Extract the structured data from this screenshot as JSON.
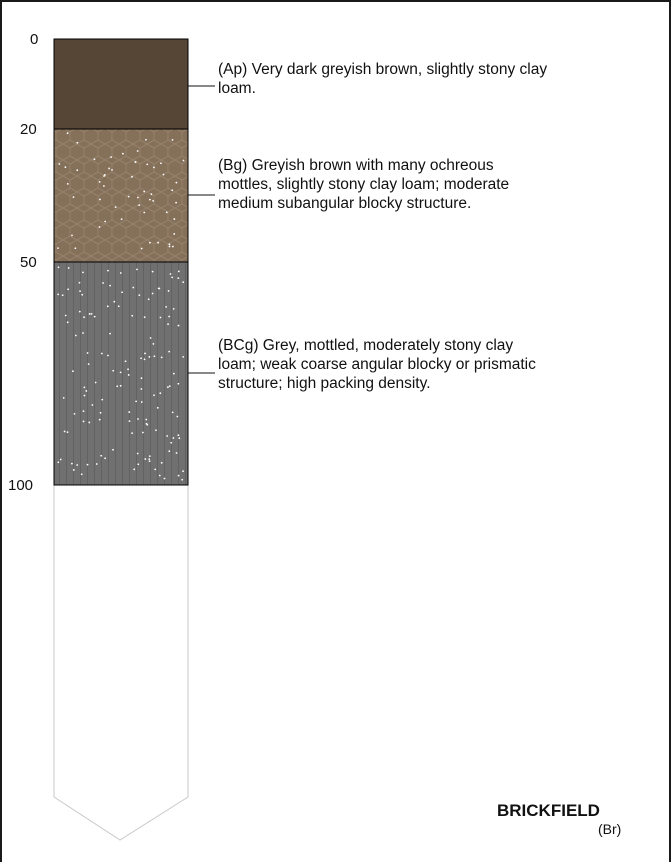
{
  "depth_scale": {
    "unit": "cm",
    "ticks": [
      0,
      20,
      50,
      100
    ],
    "max": 100
  },
  "horizons": [
    {
      "code": "Ap",
      "top": 0,
      "bottom": 20,
      "color": "#564636",
      "lines": [
        "(Ap) Very dark greyish brown, slightly stony clay",
        "loam."
      ]
    },
    {
      "code": "Bg",
      "top": 20,
      "bottom": 50,
      "color": "#85705a",
      "lines": [
        "(Bg) Greyish brown with many ochreous",
        "mottles, slightly stony clay loam; moderate",
        "medium subangular blocky structure."
      ]
    },
    {
      "code": "BCg",
      "top": 50,
      "bottom": 100,
      "color": "#707070",
      "lines": [
        "(BCg) Grey, mottled, moderately stony clay",
        "loam; weak coarse angular blocky or prismatic",
        "structure; high packing density."
      ]
    }
  ],
  "series": {
    "name": "BRICKFIELD",
    "code": "(Br)"
  },
  "colors": {
    "outline": "#000000",
    "empty_outline": "#c8c8c8",
    "mottle": "#ffffff"
  }
}
